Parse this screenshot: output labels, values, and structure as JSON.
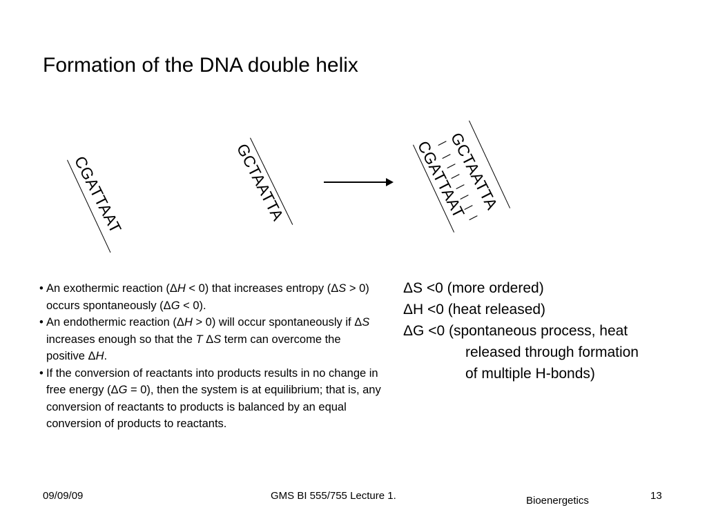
{
  "slide": {
    "title": "Formation of the DNA double helix"
  },
  "dna": {
    "strand_left": "CGATTAAT",
    "strand_middle": "GCTAATTA",
    "helix_top": "GCTAATTA",
    "helix_bottom": "CGATTAAT",
    "hbond_marks": [
      "|",
      "|",
      "|",
      "|",
      "|",
      "|",
      "|",
      "|"
    ]
  },
  "bullets": {
    "b1": {
      "t1": "An exothermic reaction (Δ",
      "v1": "H",
      "t2": " < 0) that increases entropy (Δ",
      "v2": "S",
      "t3": " > 0) occurs spontaneously (Δ",
      "v3": "G",
      "t4": " < 0)."
    },
    "b2": {
      "t1": "An endothermic reaction (Δ",
      "v1": "H",
      "t2": " > 0) will occur spontaneously if Δ",
      "v2": "S",
      "t3": " increases enough so that the ",
      "v3": "T",
      "t4": " Δ",
      "v4": "S",
      "t5": " term can overcome the positive Δ",
      "v5": "H",
      "t6": "."
    },
    "b3": {
      "t1": "If the conversion of reactants into products results in no change in free energy (Δ",
      "v1": "G",
      "t2": " = 0), then the system is at equilibrium; that is, any conversion of reactants to products is balanced by an equal conversion of products to reactants."
    },
    "marker": "•"
  },
  "deltas": {
    "line1": "ΔS <0 (more ordered)",
    "line2": "ΔH <0 (heat released)",
    "line3": "ΔG <0 (spontaneous process, heat",
    "line4": "released through formation",
    "line5": "of multiple H-bonds)"
  },
  "footer": {
    "date": "09/09/09",
    "course": "GMS BI 555/755 Lecture 1.",
    "topic": "Bioenergetics",
    "page": "13"
  }
}
